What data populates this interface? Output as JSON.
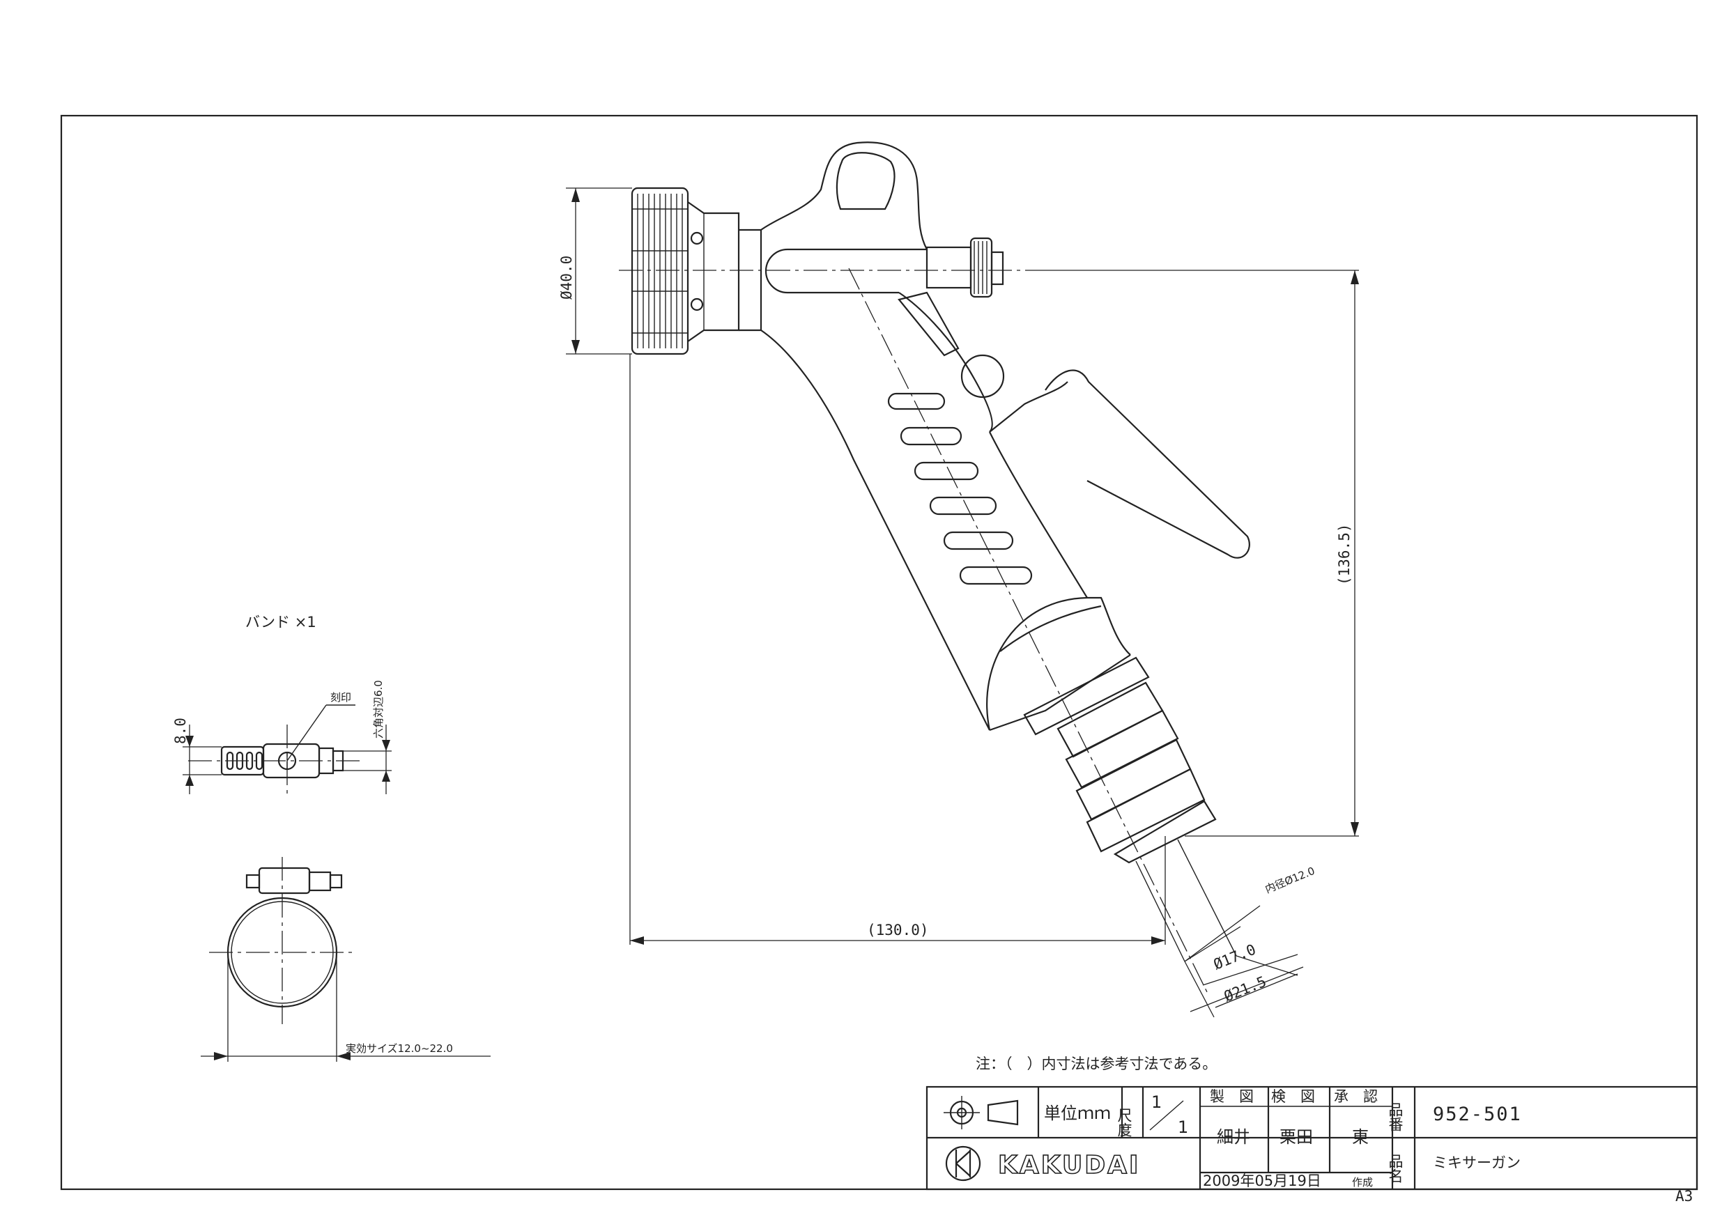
{
  "dimensions": {
    "nut_diameter": "Ø40.0",
    "height": "(136.5)",
    "length": "(130.0)",
    "inner_diameter": "内径Ø12.0",
    "hose_od_small": "Ø17.0",
    "hose_od_large": "Ø21.5"
  },
  "band": {
    "title": "バンド ×1",
    "marking": "刻印",
    "width": "8.0",
    "hex": "六角対辺6.0",
    "effective_size": "実効サイズ12.0~22.0"
  },
  "note": "注：（　）内寸法は参考寸法である。",
  "title_block": {
    "unit": "単位ｍｍ",
    "scale_label": "尺度",
    "scale_num": "1",
    "scale_den": "1",
    "drawn_label": "製　図",
    "checked_label": "検　図",
    "approved_label": "承　認",
    "drawn_by": "細井",
    "checked_by": "栗田",
    "approved_by": "東",
    "part_no_label": "品番",
    "part_no": "952-501",
    "name_label": "品名",
    "name": "ミキサーガン",
    "date": "2009年05月19日",
    "created": "作成",
    "company": "KAKUDAI"
  },
  "sheet_size": "A3"
}
